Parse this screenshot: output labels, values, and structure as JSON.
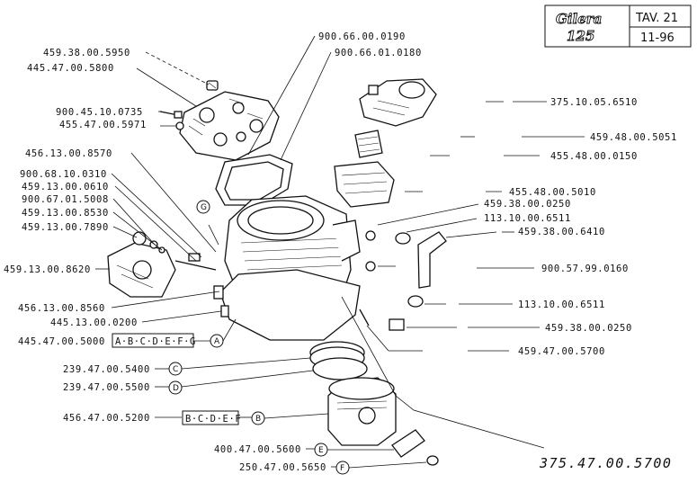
{
  "title_block": {
    "logo": "Gilera",
    "logo_sub": "125",
    "ref": "TAV. 21",
    "date": "11-96"
  },
  "labels": {
    "p1": "459.38.00.5950",
    "p2": "445.47.00.5800",
    "p3": "900.45.10.0735",
    "p4": "455.47.00.5971",
    "p5": "456.13.00.8570",
    "p6": "900.68.10.0310",
    "p7": "459.13.00.0610",
    "p8": "900.67.01.5008",
    "p9": "459.13.00.8530",
    "p10": "459.13.00.7890",
    "p11": "459.13.00.8620",
    "p12": "456.13.00.8560",
    "p13": "445.13.00.0200",
    "p14": "445.47.00.5000",
    "p14_box": "A·B·C·D·E·F·G",
    "p14_ref": "A",
    "p15": "239.47.00.5400",
    "p15_ref": "C",
    "p16": "239.47.00.5500",
    "p16_ref": "D",
    "p17": "456.47.00.5200",
    "p17_box": "B·C·D·E·F",
    "p17_ref": "B",
    "p18": "400.47.00.5600",
    "p18_ref": "E",
    "p19": "250.47.00.5650",
    "p19_ref": "F",
    "p20": "900.66.00.0190",
    "p21": "900.66.01.0180",
    "p22": "375.10.05.6510",
    "p23": "459.48.00.5051",
    "p24": "455.48.00.0150",
    "p25": "455.48.00.5010",
    "p26": "459.38.00.0250",
    "p27": "113.10.00.6511",
    "p28": "459.38.00.6410",
    "p29": "900.57.99.0160",
    "p30": "113.10.00.6511",
    "p31": "459.38.00.0250",
    "p32": "459.47.00.5700",
    "handwritten": "375.47.00.5700",
    "g_ref": "G"
  }
}
